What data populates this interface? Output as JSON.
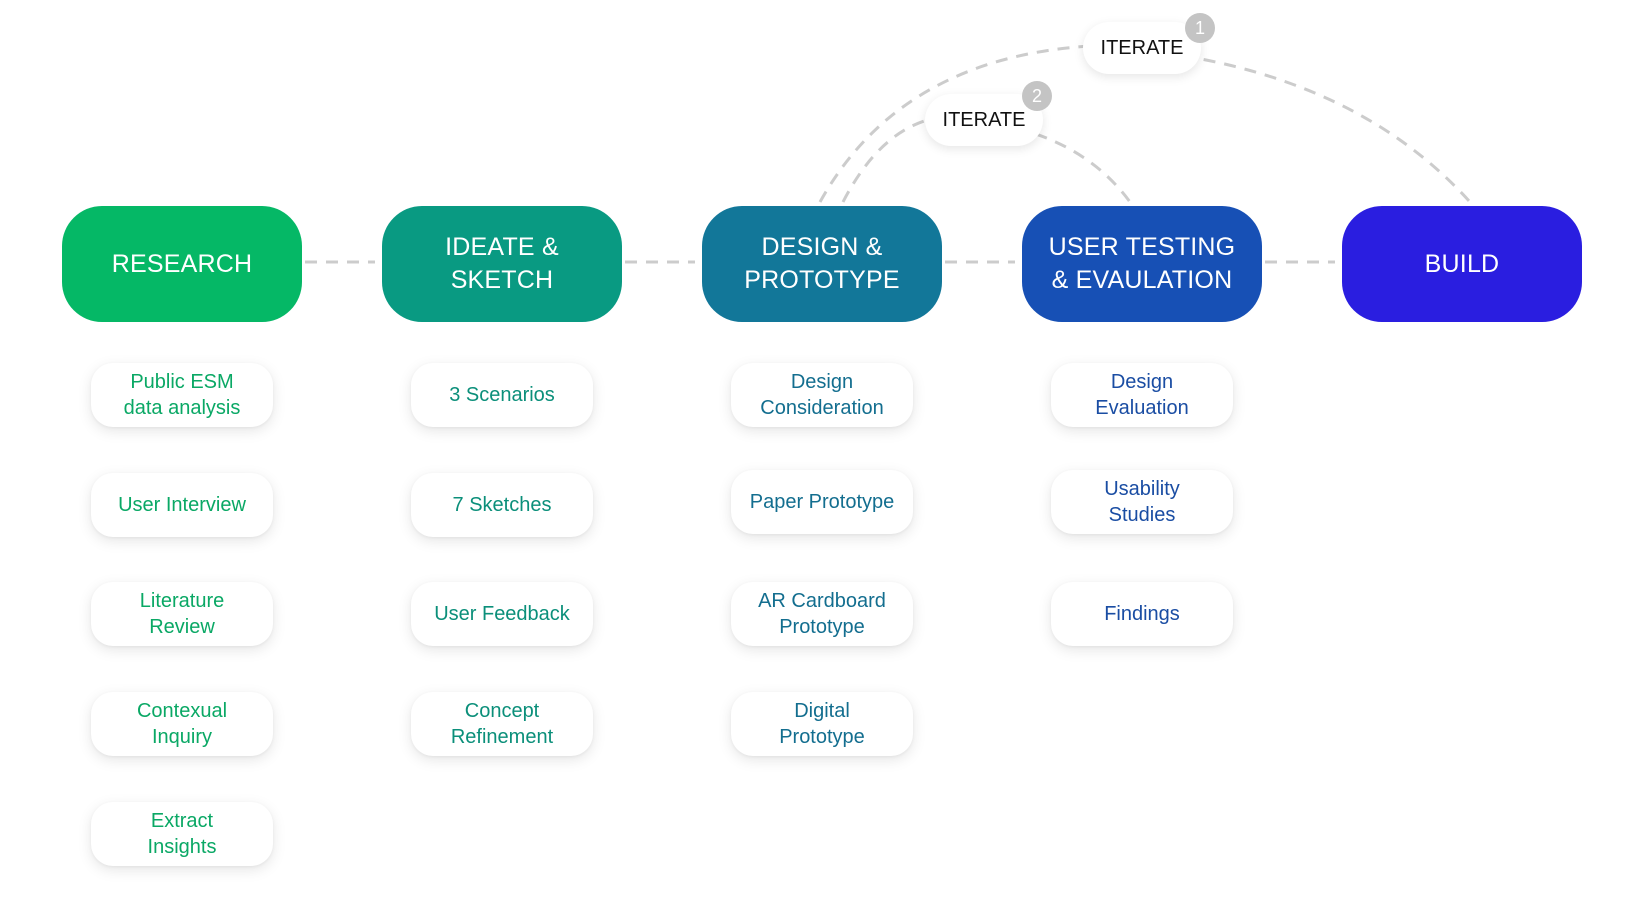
{
  "phases": [
    {
      "label": "RESEARCH",
      "color": "#05b866",
      "text_color": "#0aa865",
      "items": [
        "Public ESM\ndata analysis",
        "User Interview",
        "Literature\nReview",
        "Contexual\nInquiry",
        "Extract\nInsights"
      ]
    },
    {
      "label": "IDEATE &\nSKETCH",
      "color": "#099a82",
      "text_color": "#0b8f7a",
      "items": [
        "3 Scenarios",
        "7 Sketches",
        "User Feedback",
        "Concept\nRefinement"
      ]
    },
    {
      "label": "DESIGN &\nPROTOTYPE",
      "color": "#127799",
      "text_color": "#136e8f",
      "items": [
        "Design\nConsideration",
        "Paper Prototype",
        "AR Cardboard\nPrototype",
        "Digital\nPrototype"
      ]
    },
    {
      "label": "USER TESTING\n& EVAULATION",
      "color": "#1750b5",
      "text_color": "#1a4da3",
      "items": [
        "Design\nEvaluation",
        "Usability\nStudies",
        "Findings"
      ]
    },
    {
      "label": "BUILD",
      "color": "#2a1ee0",
      "text_color": "#2a1ee0",
      "items": []
    }
  ],
  "iterations": [
    {
      "label": "ITERATE",
      "badge": "1"
    },
    {
      "label": "ITERATE",
      "badge": "2"
    }
  ],
  "connector_color": "#cccccc"
}
